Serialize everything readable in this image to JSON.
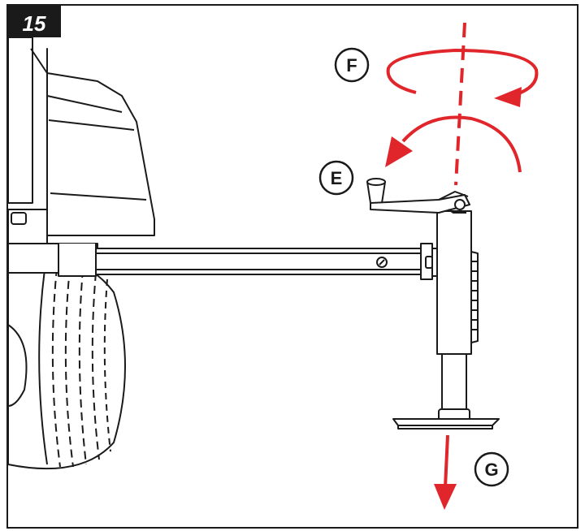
{
  "step": {
    "number": "15"
  },
  "callouts": [
    {
      "id": "F",
      "label": "F"
    },
    {
      "id": "E",
      "label": "E"
    },
    {
      "id": "G",
      "label": "G"
    }
  ],
  "colors": {
    "line": "#1a1a1a",
    "arrow": "#e0262b",
    "badge": "#1a1a1a",
    "badge_text": "#ffffff"
  },
  "icons": {
    "rotation": "rotation-arrow-icon",
    "crank": "crank-rotation-arrow-icon",
    "lower": "down-arrow-icon"
  }
}
